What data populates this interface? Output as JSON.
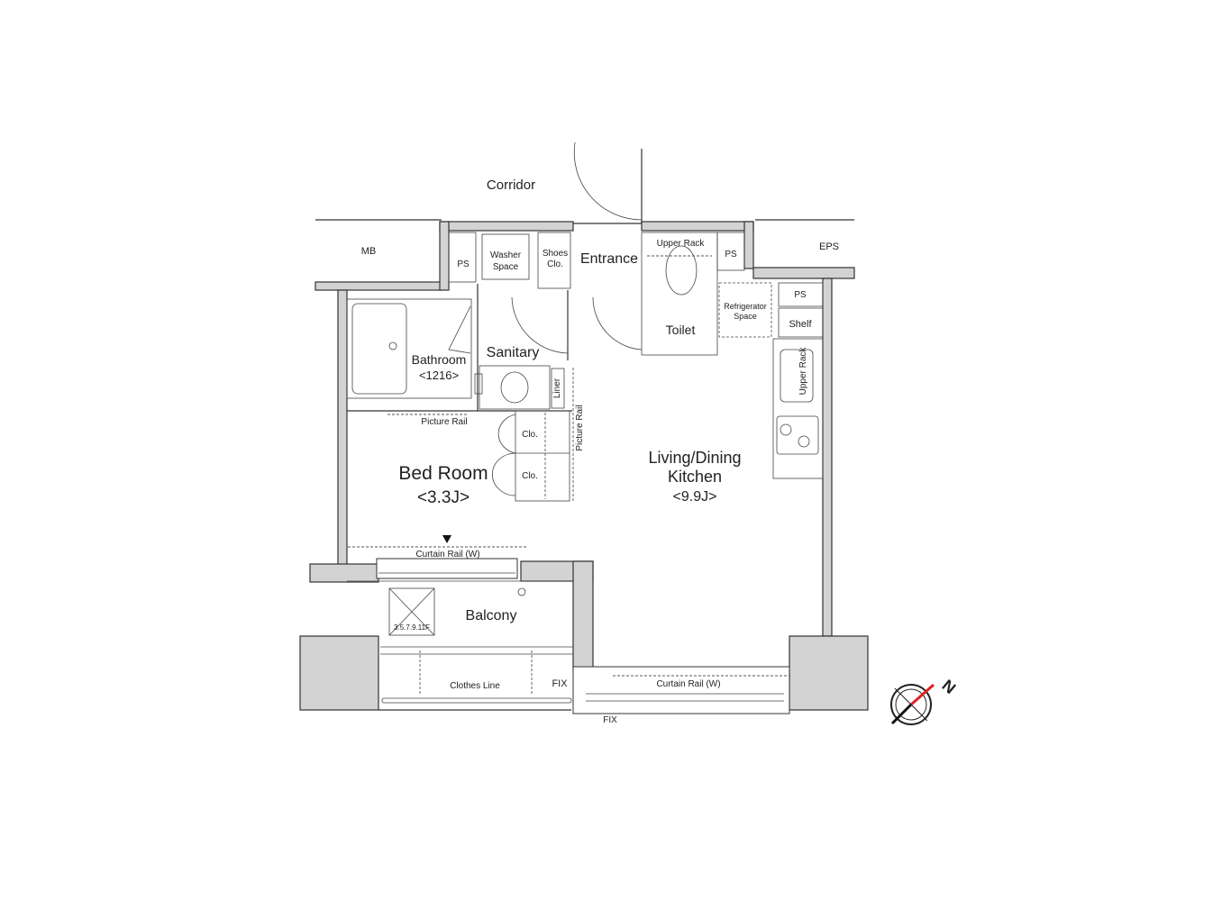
{
  "labels": {
    "corridor": "Corridor",
    "mb": "MB",
    "ps_left": "PS",
    "washer_1": "Washer",
    "washer_2": "Space",
    "shoes_1": "Shoes",
    "shoes_2": "Clo.",
    "entrance": "Entrance",
    "upper_rack_toilet": "Upper Rack",
    "ps_toilet": "PS",
    "eps": "EPS",
    "ps_kitchen": "PS",
    "shelf": "Shelf",
    "fridge_1": "Refrigerator",
    "fridge_2": "Space",
    "toilet": "Toilet",
    "bathroom": "Bathroom",
    "bathroom_size": "<1216>",
    "sanitary": "Sanitary",
    "liner": "Liner",
    "picture_rail_h": "Picture Rail",
    "picture_rail_v": "Picture Rail",
    "clo_1": "Clo.",
    "clo_2": "Clo.",
    "bedroom": "Bed Room",
    "bedroom_size": "<3.3J>",
    "ldk_1": "Living/Dining",
    "ldk_2": "Kitchen",
    "ldk_size": "<9.9J>",
    "upper_rack_kitchen": "Upper Rack",
    "curtain_rail_bed": "Curtain Rail (W)",
    "curtain_rail_ldk": "Curtain Rail (W)",
    "balcony": "Balcony",
    "hatch_floors": "3.5.7.9.11F",
    "clothes_line": "Clothes Line",
    "fix_balcony": "FIX",
    "fix_bottom": "FIX",
    "north": "N"
  }
}
